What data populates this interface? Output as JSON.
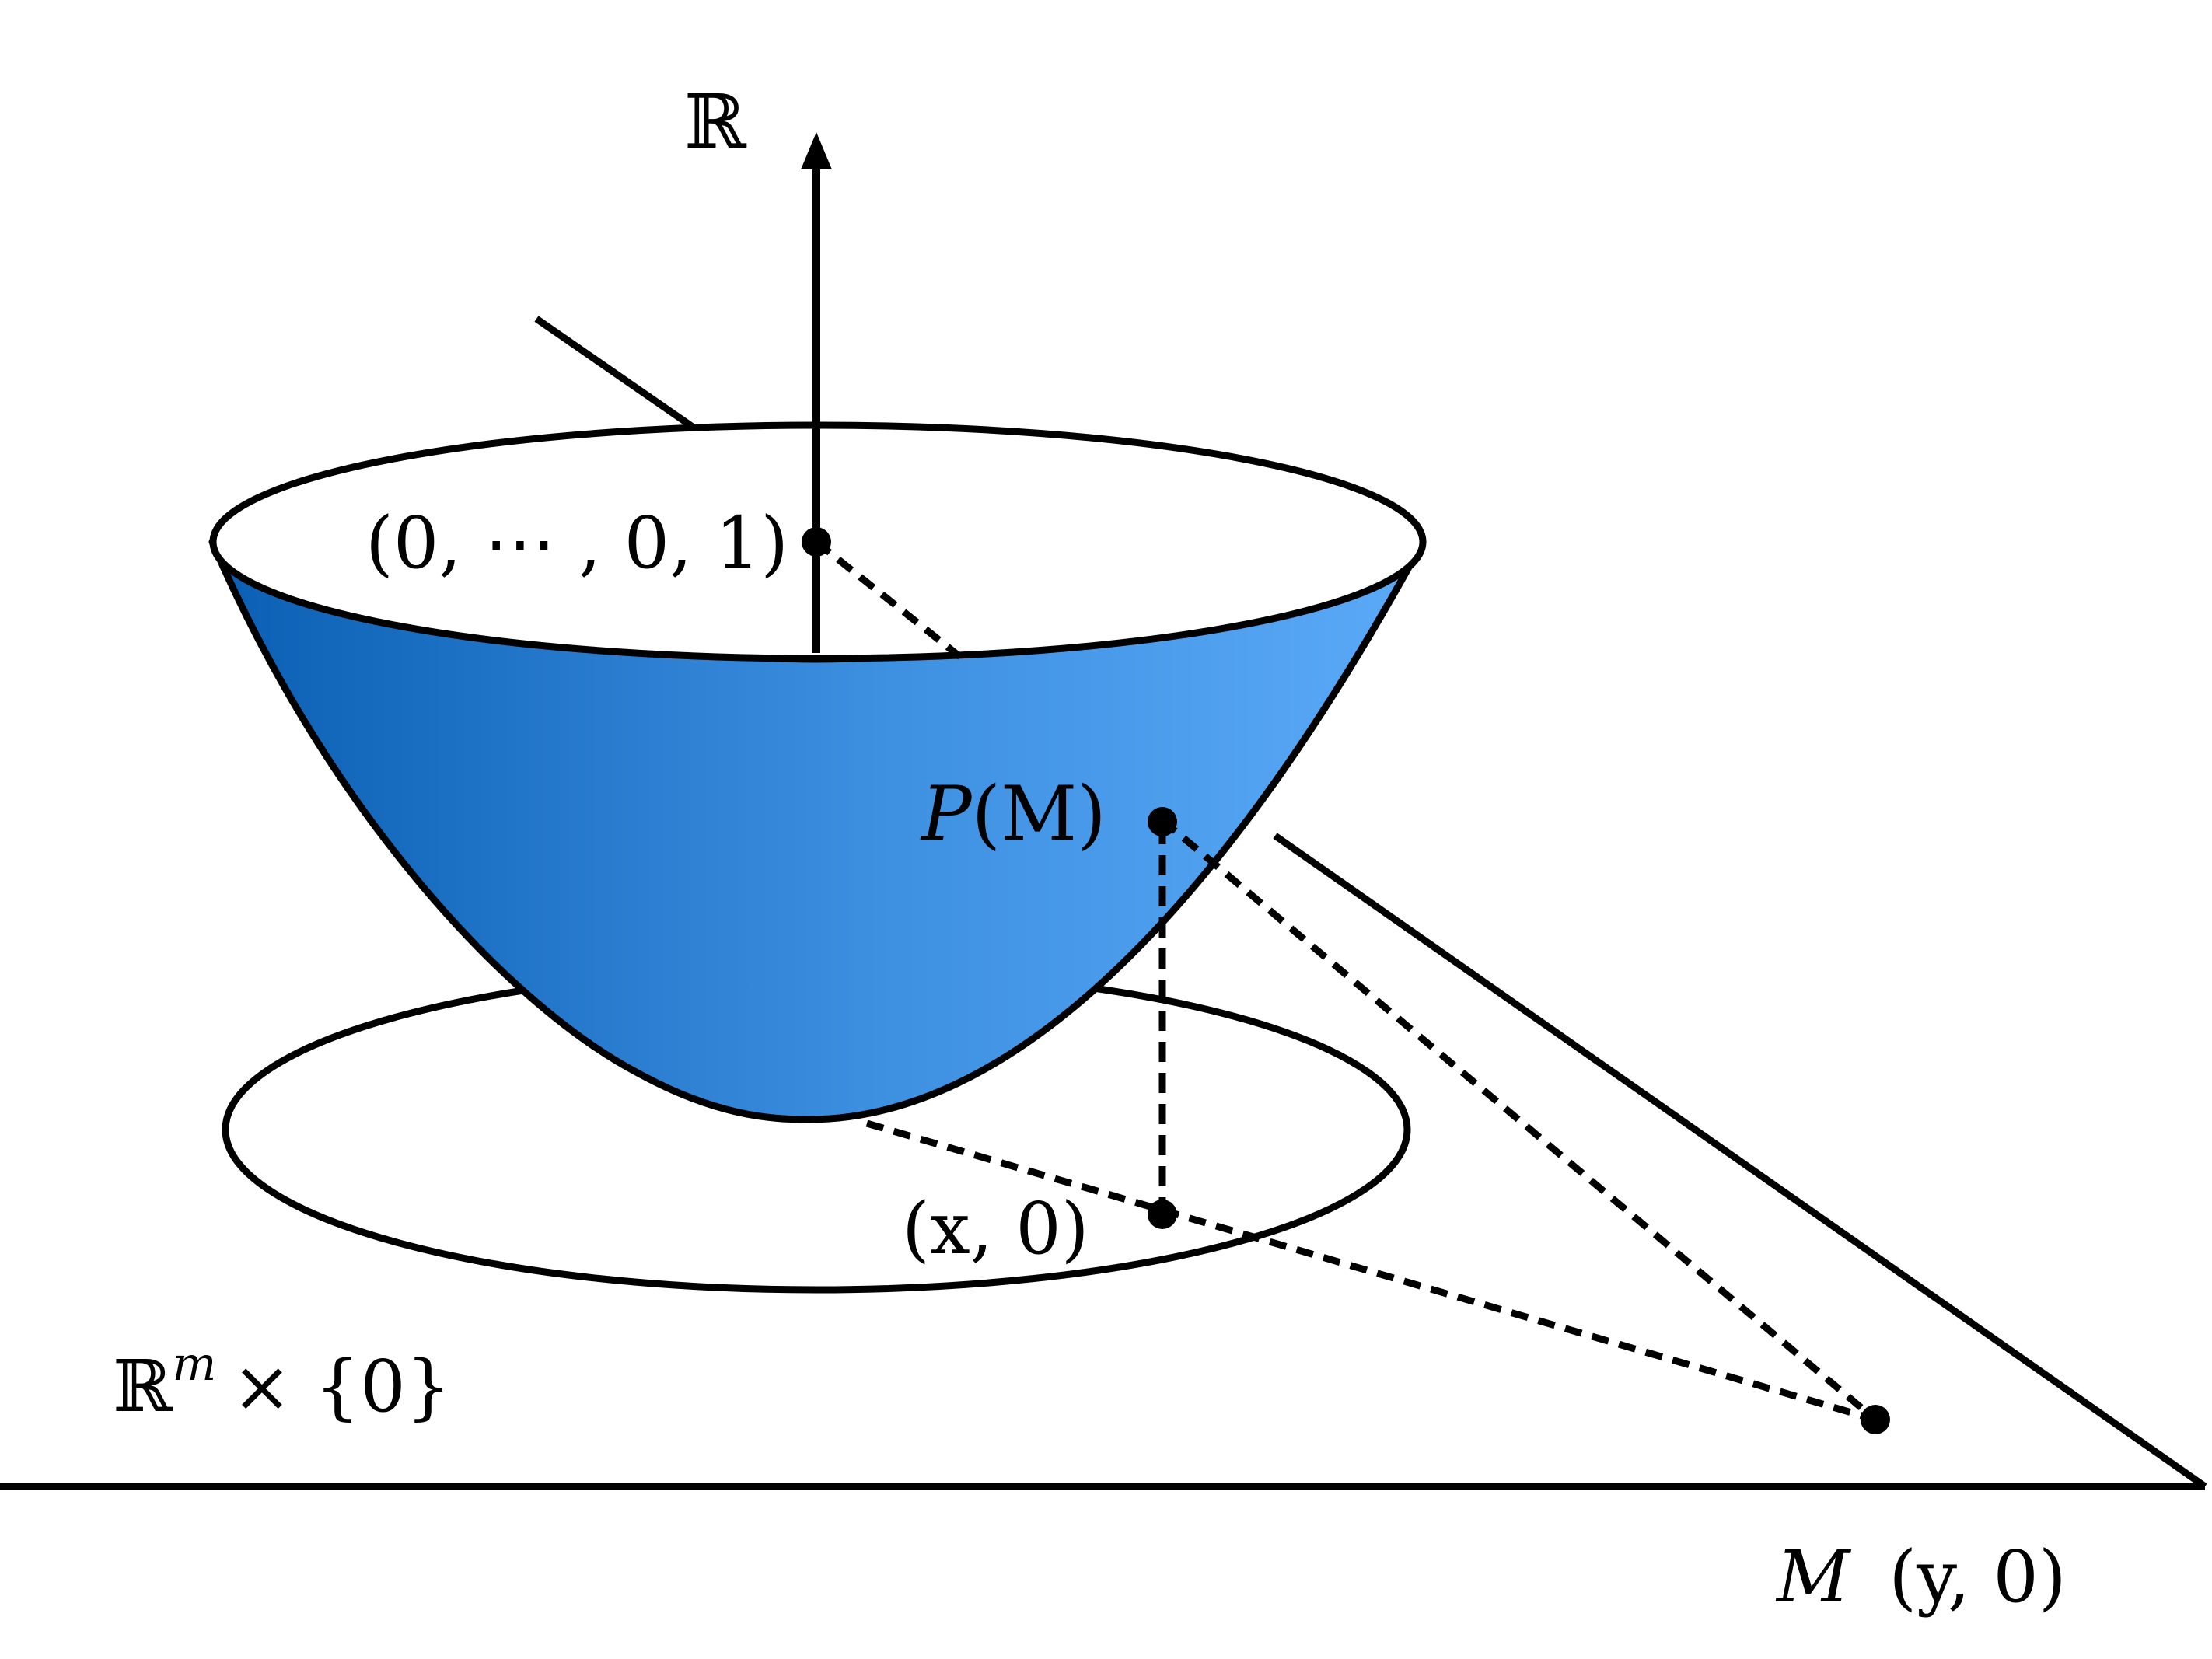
{
  "figure": {
    "labels": {
      "vertical_axis": "ℝ",
      "top_point": "(0, ⋯ , 0, 1)",
      "projected_point_letter": "P",
      "projected_point_arg": "(M)",
      "base_point": "(x, 0)",
      "plane_base": "ℝ",
      "plane_exp": "m",
      "plane_rest": "× {0}",
      "far_point_letter": "M",
      "far_point_coord": "(y, 0)"
    },
    "colors": {
      "bowl_dark": "#0a5fb4",
      "bowl_mid": "#3d8fe0",
      "bowl_light": "#5aaaf8",
      "ink": "#000000",
      "background": "#ffffff"
    }
  }
}
